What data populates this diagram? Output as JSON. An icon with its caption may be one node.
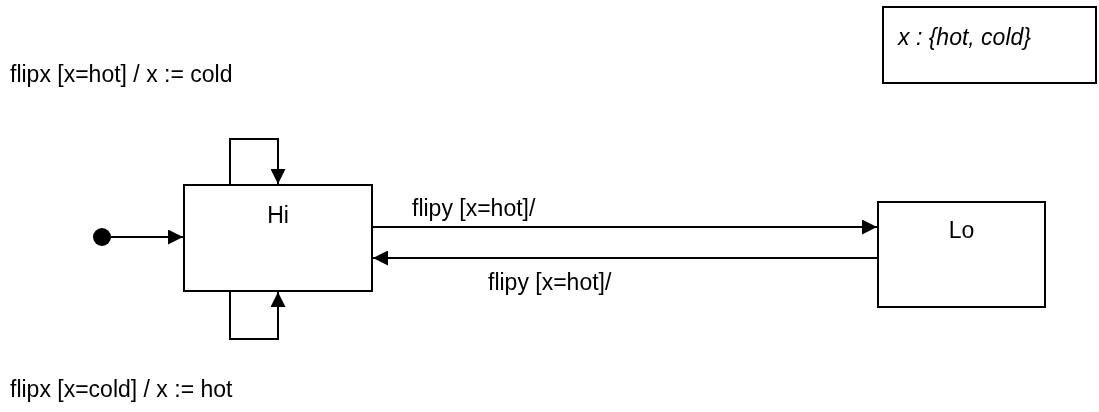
{
  "diagram": {
    "nodes": [
      {
        "text": [
          "Hi"
        ]
      },
      {
        "text": [
          "Lo"
        ]
      },
      {
        "text": [],
        "shape": "circle"
      },
      {
        "text": [
          "x : {hot, cold}"
        ]
      }
    ],
    "edges": [
      {
        "from": 2,
        "to": 0,
        "arrow": "to"
      },
      {
        "from": 0,
        "to": 1,
        "arrow": "to",
        "label": "flipy [x=hot]/"
      },
      {
        "from": 1,
        "to": 0,
        "arrow": "to",
        "label": "flipy [x=hot]/"
      },
      {
        "from": 0,
        "to": 0,
        "arrow": "to",
        "label": "flipx [x=hot] / x := cold"
      },
      {
        "from": 0,
        "to": 0,
        "arrow": "to",
        "label": "flipx [x=cold] / x := hot"
      }
    ]
  }
}
